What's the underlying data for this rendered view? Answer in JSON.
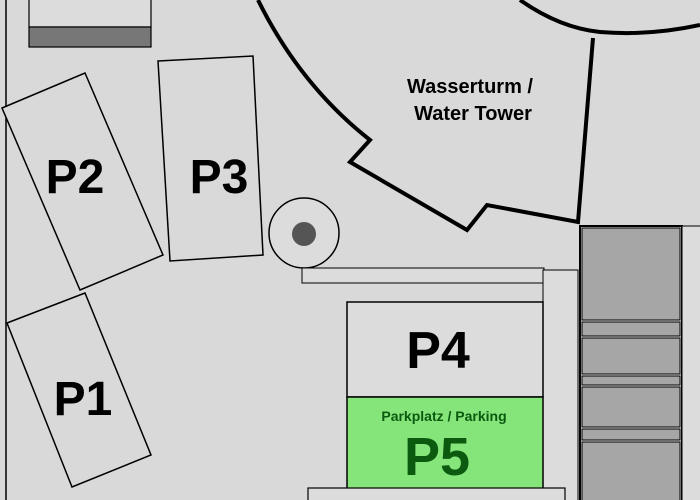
{
  "map": {
    "colors": {
      "background": "#d9d9d9",
      "outline": "#000000",
      "highlight": "#86e57a",
      "highlight_text": "#0b5a10",
      "dark_block": "#a6a6a6",
      "strip": "#777777"
    },
    "landmark": {
      "line1": "Wasserturm /",
      "line2": "Water Tower"
    },
    "lots": [
      {
        "id": "P1",
        "label": "P1"
      },
      {
        "id": "P2",
        "label": "P2"
      },
      {
        "id": "P3",
        "label": "P3"
      },
      {
        "id": "P4",
        "label": "P4"
      },
      {
        "id": "P5",
        "label": "P5",
        "caption": "Parkplatz / Parking",
        "highlighted": true
      }
    ]
  }
}
